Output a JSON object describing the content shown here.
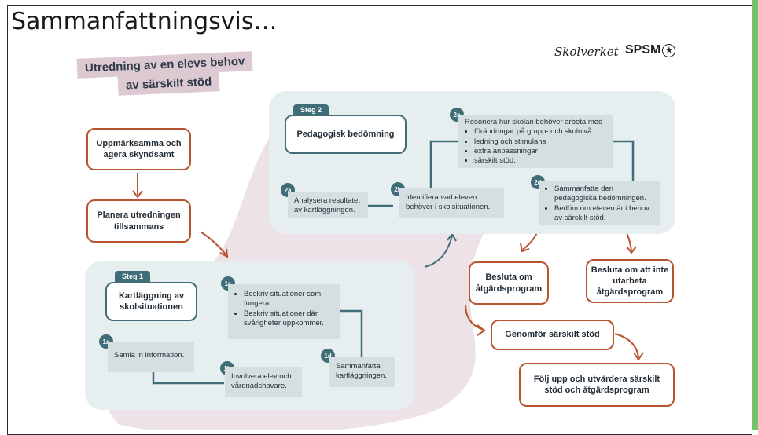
{
  "slide_title": "Sammanfattningsvis…",
  "heading": {
    "line1": "Utredning av en elevs behov",
    "line2": "av särskilt stöd"
  },
  "logos": {
    "skolverket": "Skolverket",
    "spsm": "SPSM"
  },
  "start": {
    "notice": "Uppmärksamma och agera skyndsamt",
    "plan": "Planera utredningen tillsammans"
  },
  "step1": {
    "tag": "Steg 1",
    "title": "Kartläggning av skolsituationen",
    "a": {
      "badge": "1a",
      "text": "Samla in information."
    },
    "b": {
      "badge": "1b",
      "text": "Involvera elev och vårdnadshavare."
    },
    "c": {
      "badge": "1c",
      "bullets": [
        "Beskriv situationer som fungerar.",
        "Beskriv situationer där svårigheter uppkommer."
      ]
    },
    "d": {
      "badge": "1d",
      "text": "Sammanfatta kartläggningen."
    }
  },
  "step2": {
    "tag": "Steg 2",
    "title": "Pedagogisk bedömning",
    "a": {
      "badge": "2a",
      "text": "Analysera resultatet av kartläggningen."
    },
    "b": {
      "badge": "2b",
      "text": "Identifiera vad eleven behöver i skolsituationen."
    },
    "c": {
      "badge": "2c",
      "intro": "Resonera hur skolan behöver arbeta med",
      "bullets": [
        "förändringar på grupp- och skolnivå",
        "ledning och stimulans",
        "extra anpassningar",
        "särskilt stöd."
      ]
    },
    "d": {
      "badge": "2d",
      "bullets": [
        "Sammanfatta den pedagogiska bedömningen.",
        "Bedöm om eleven är i behov av särskilt stöd."
      ]
    }
  },
  "outcomes": {
    "decide_program": "Besluta om åtgärdsprogram",
    "decide_no_program": "Besluta om att inte utarbeta åtgärdsprogram",
    "implement": "Genomför särskilt stöd",
    "follow_up": "Följ upp och utvärdera särskilt stöd och åtgärdsprogram"
  },
  "colors": {
    "accent_orange": "#b8532f",
    "teal": "#3f6e79",
    "panel": "#e7eef0",
    "mauve": "#e9dde3",
    "green_bar": "#74c26c"
  }
}
